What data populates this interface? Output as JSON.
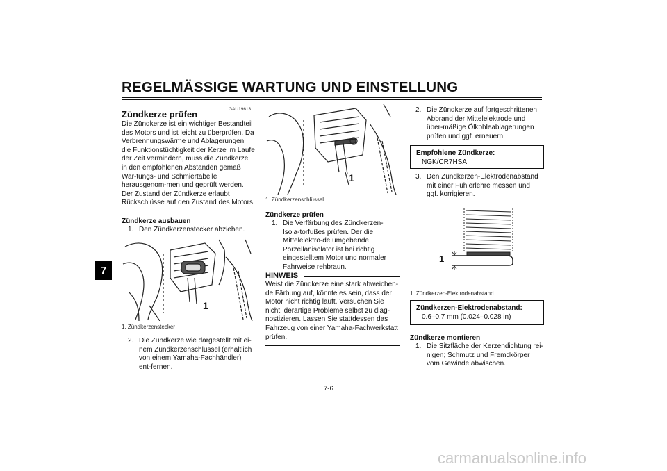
{
  "header": {
    "title": "REGELMÄSSIGE WARTUNG UND EINSTELLUNG",
    "chapter": "7"
  },
  "col1": {
    "code": "GAU19613",
    "heading": "Zündkerze prüfen",
    "intro": "Die Zündkerze ist ein wichtiger Bestandteil des Motors und ist leicht zu überprüfen. Da Verbrennungswärme und Ablagerungen die Funktionstüchtigkeit der Kerze im Laufe der Zeit vermindern, muss die Zündkerze in den empfohlenen Abständen gemäß War-tungs- und Schmiertabelle herausgenom-men und geprüft werden. Der Zustand der Zündkerze erlaubt Rückschlüsse auf den Zustand des Motors.",
    "subheading": "Zündkerze ausbauen",
    "step1_num": "1.",
    "step1": "Den Zündkerzenstecker abziehen.",
    "fig_label": "1",
    "caption": "1.  Zündkerzenstecker",
    "step2_num": "2.",
    "step2": "Die Zündkerze wie dargestellt mit ei-nem Zündkerzenschlüssel (erhältlich von einem Yamaha-Fachhändler) ent-fernen."
  },
  "col2": {
    "fig_label": "1",
    "caption": "1.  Zündkerzenschlüssel",
    "subheading": "Zündkerze prüfen",
    "step1_num": "1.",
    "step1": "Die Verfärbung des Zündkerzen-Isola-torfußes prüfen. Der die Mittelelektro-de umgebende Porzellanisolator ist bei richtig eingestelltem Motor und normaler Fahrweise rehbraun.",
    "note_title": "HINWEIS",
    "note_text": "Weist die Zündkerze eine stark abweichen-de Färbung auf, könnte es sein, dass der Motor nicht richtig läuft. Versuchen Sie nicht, derartige Probleme selbst zu diag-nostizieren. Lassen Sie stattdessen das Fahrzeug von einer Yamaha-Fachwerkstatt prüfen."
  },
  "col3": {
    "step2_num": "2.",
    "step2": "Die Zündkerze auf fortgeschrittenen Abbrand der Mittelelektrode und über-mäßige Ölkohleablagerungen prüfen und ggf. erneuern.",
    "box1_title": "Empfohlene Zündkerze:",
    "box1_value": "NGK/CR7HSA",
    "step3_num": "3.",
    "step3": "Den Zündkerzen-Elektrodenabstand mit einer Fühlerlehre messen und ggf. korrigieren.",
    "fig_label": "1",
    "caption": "1.  Zündkerzen-Elektrodenabstand",
    "box2_title": "Zündkerzen-Elektrodenabstand:",
    "box2_value": "0.6–0.7 mm (0.024–0.028 in)",
    "subheading": "Zündkerze montieren",
    "step1_num": "1.",
    "step1": "Die Sitzfläche der Kerzendichtung rei-nigen; Schmutz und Fremdkörper vom Gewinde abwischen."
  },
  "footer": {
    "page": "7-6",
    "watermark": "carmanualsonline.info"
  }
}
